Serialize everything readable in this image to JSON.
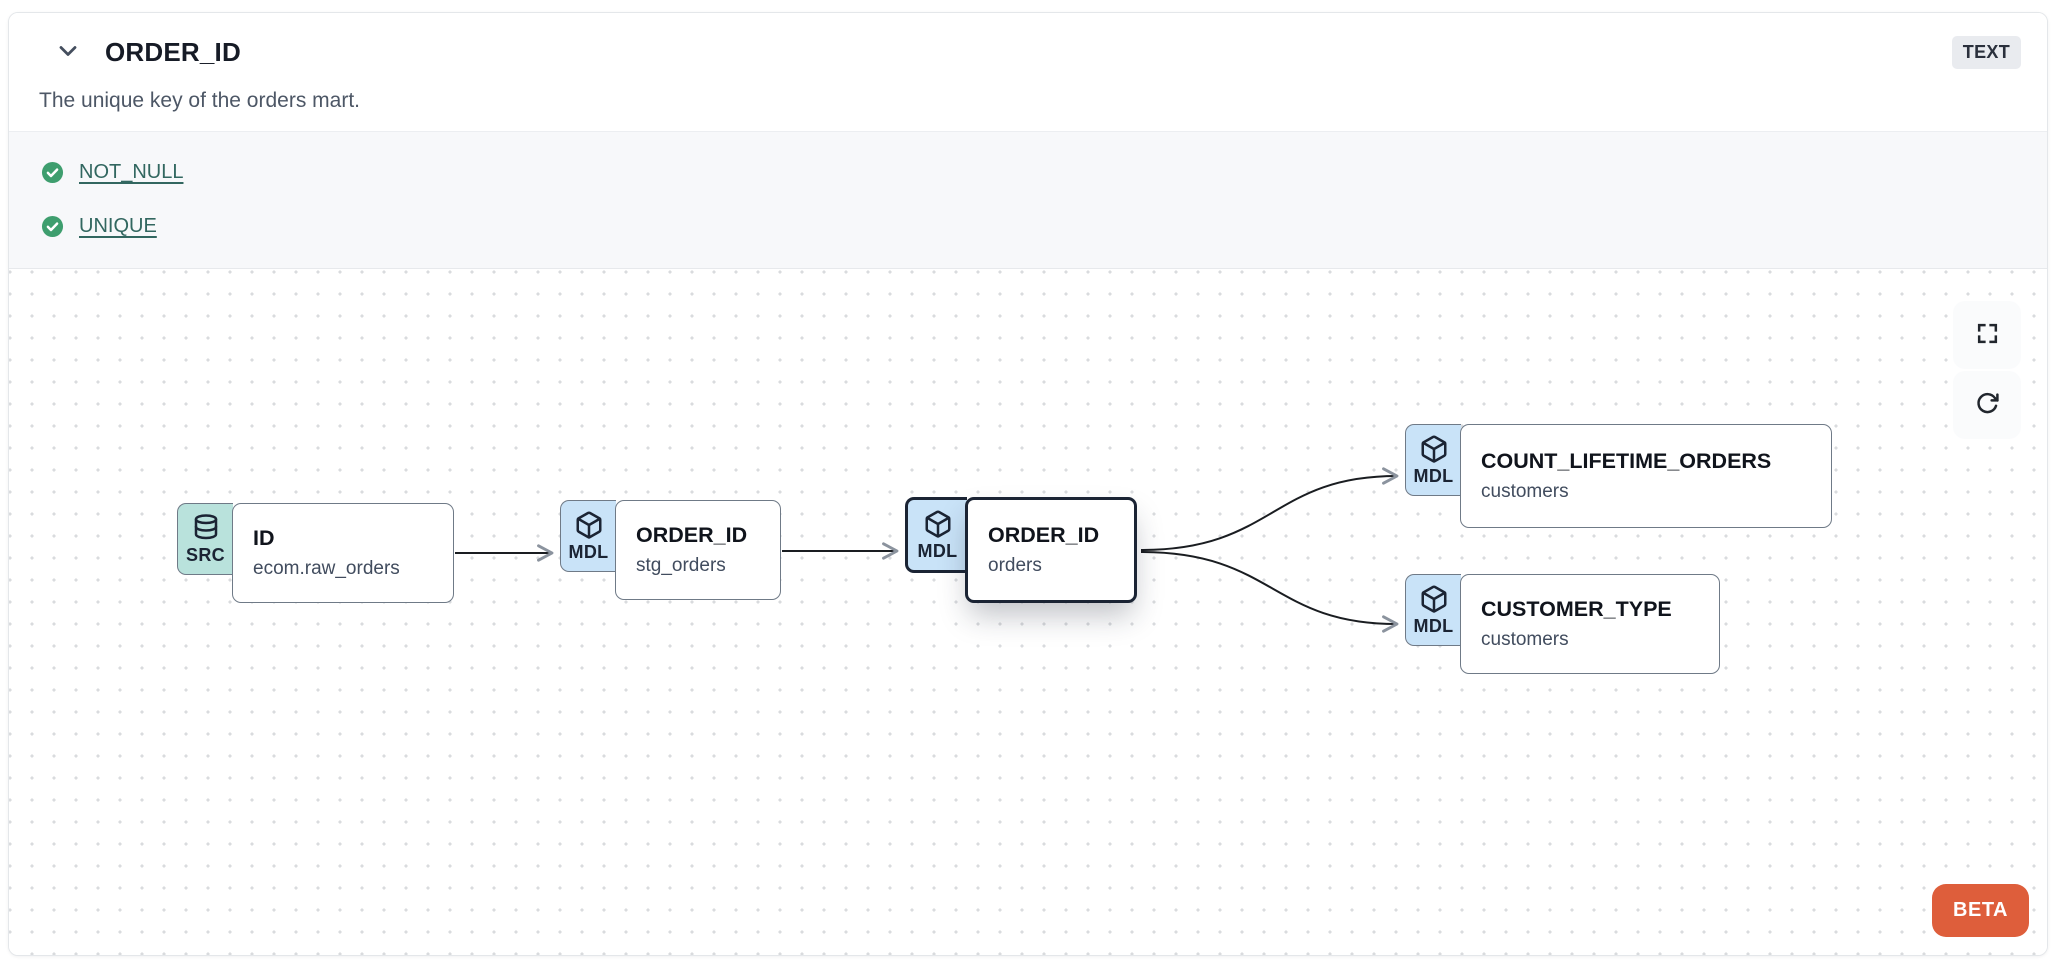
{
  "header": {
    "title": "ORDER_ID",
    "type_badge": "TEXT",
    "description": "The unique key of the orders mart."
  },
  "tests": [
    {
      "label": "NOT_NULL",
      "status": "passed"
    },
    {
      "label": "UNIQUE",
      "status": "passed"
    }
  ],
  "graph": {
    "nodes": [
      {
        "badge": "SRC",
        "icon": "database-icon",
        "title": "ID",
        "subtitle": "ecom.raw_orders",
        "selected": false
      },
      {
        "badge": "MDL",
        "icon": "cube-icon",
        "title": "ORDER_ID",
        "subtitle": "stg_orders",
        "selected": false
      },
      {
        "badge": "MDL",
        "icon": "cube-icon",
        "title": "ORDER_ID",
        "subtitle": "orders",
        "selected": true
      },
      {
        "badge": "MDL",
        "icon": "cube-icon",
        "title": "COUNT_LIFETIME_ORDERS",
        "subtitle": "customers",
        "selected": false
      },
      {
        "badge": "MDL",
        "icon": "cube-icon",
        "title": "CUSTOMER_TYPE",
        "subtitle": "customers",
        "selected": false
      }
    ],
    "beta_label": "BETA"
  },
  "icons": {
    "chevron-down-icon": "v chevron",
    "check-circle-icon": "filled circle with check",
    "database-icon": "stacked cylinder",
    "cube-icon": "3d package cube",
    "fullscreen-icon": "four corner brackets",
    "refresh-icon": "clockwise circular arrow"
  },
  "colors": {
    "accent-orange": "#DE5E3B",
    "badge-teal": "#B9E2DC",
    "badge-blue": "#C9E3F8",
    "test-green": "#3E9E6E",
    "link-teal": "#326760",
    "selected-border": "#1B2434"
  }
}
